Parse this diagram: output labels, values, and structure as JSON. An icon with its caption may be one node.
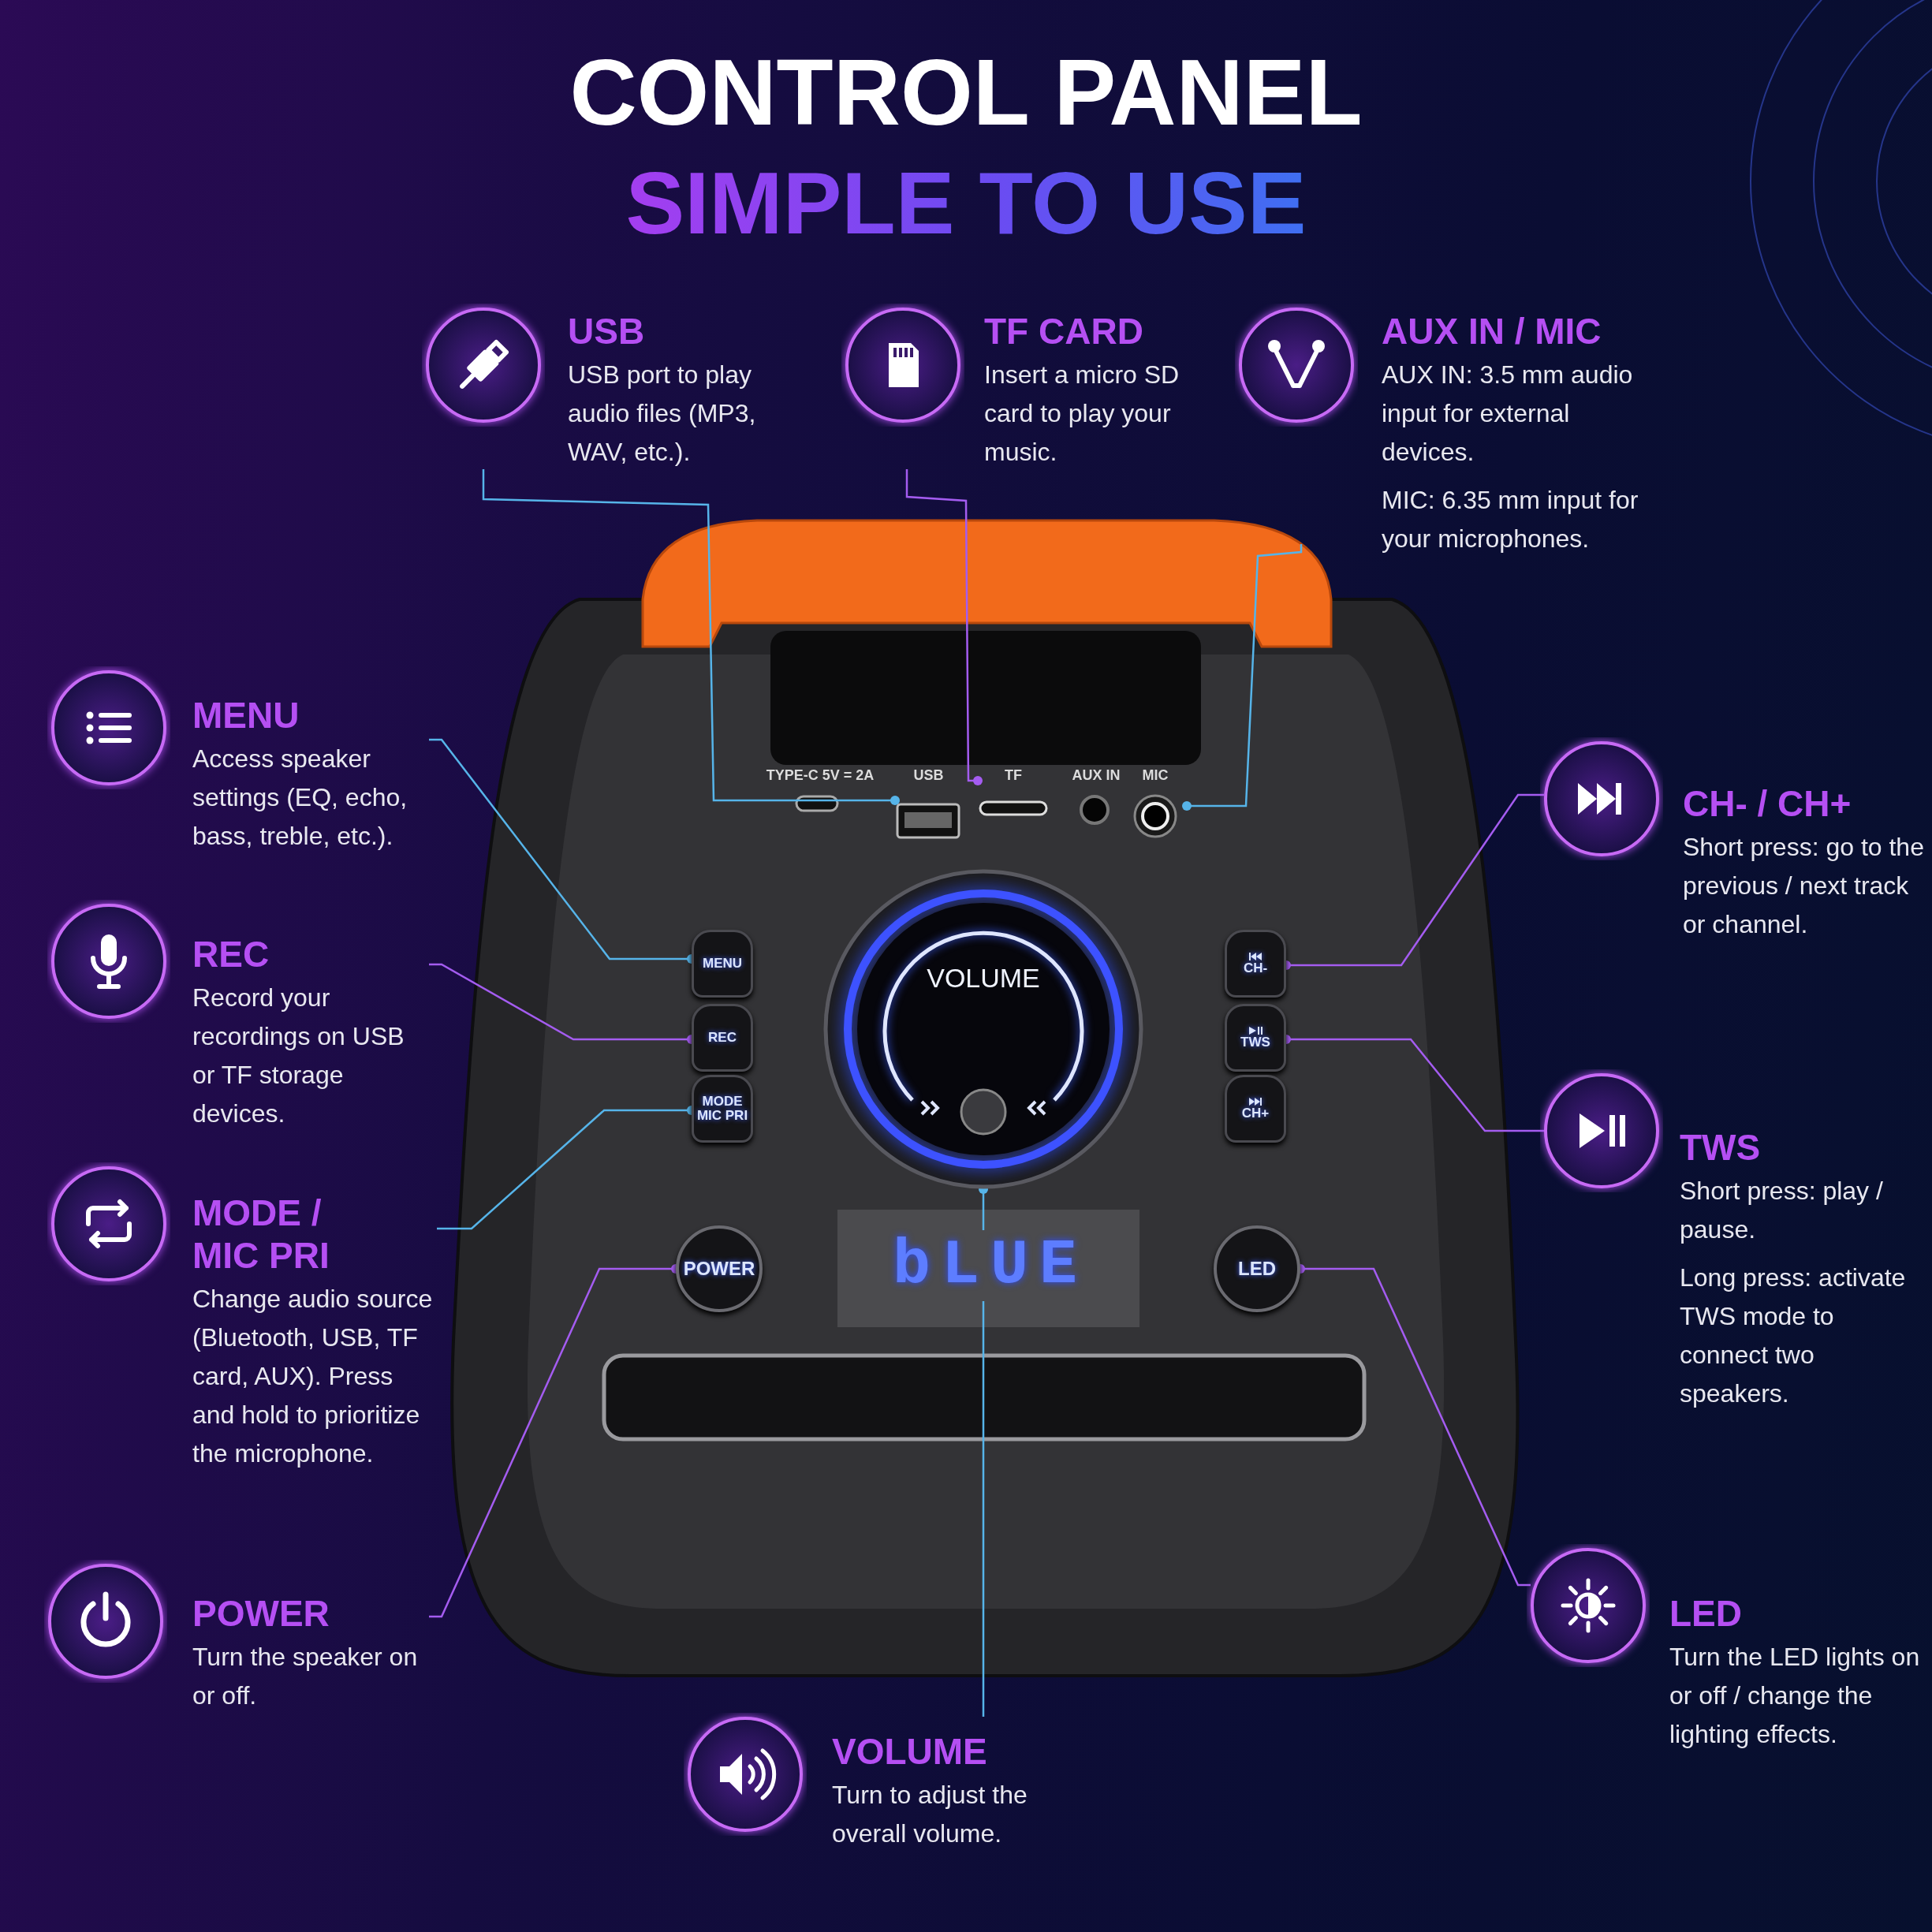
{
  "diagram": {
    "title": "CONTROL PANEL",
    "nodes": [
      {
        "text": [
          "USB",
          "USB port to play audio files (MP3, WAV, etc.)."
        ]
      },
      {
        "text": [
          "TF CARD",
          "Insert a micro SD card to play your music."
        ]
      },
      {
        "text": [
          "AUX IN / MIC",
          "AUX IN:  3.5 mm audio input for external devices.",
          "MIC: 6.35 mm input for your microphones."
        ]
      },
      {
        "text": [
          "MENU",
          "Access speaker settings (EQ, echo, bass, treble, etc.)."
        ]
      },
      {
        "text": [
          "REC",
          "Record your recordings on USB or TF storage devices."
        ]
      },
      {
        "text": [
          "MODE / MIC PRI",
          "Change audio source (Bluetooth, USB, TF card, AUX). Press and hold to prioritize the microphone."
        ]
      },
      {
        "text": [
          "POWER",
          "Turn the speaker on or off."
        ]
      },
      {
        "text": [
          "VOLUME",
          "Turn to adjust the overall volume."
        ]
      },
      {
        "text": [
          "CH-  / CH+",
          "Short press: go to the previous / next track or channel."
        ]
      },
      {
        "text": [
          "TWS",
          "Short press: play / pause.",
          "Long press: activate TWS mode to connect two speakers."
        ]
      },
      {
        "text": [
          "LED",
          "Turn the LED lights on or off / change the lighting effects."
        ]
      },
      {
        "text": [
          "USB"
        ]
      },
      {
        "text": [
          "TF"
        ]
      },
      {
        "text": [
          "MIC"
        ]
      },
      {
        "text": [
          "MENU"
        ]
      },
      {
        "text": [
          "REC"
        ]
      },
      {
        "text": [
          "MODE MIC PRI"
        ]
      },
      {
        "text": [
          "CH-"
        ]
      },
      {
        "text": [
          "TWS"
        ]
      },
      {
        "text": [
          "CH+"
        ]
      },
      {
        "text": [
          "POWER"
        ]
      },
      {
        "text": [
          "LED"
        ]
      },
      {
        "text": [
          "VOLUME"
        ]
      }
    ],
    "edges": [
      {
        "from": 0,
        "to": 11,
        "arrow": "other",
        "color": "#56b4e9"
      },
      {
        "from": 1,
        "to": 12,
        "arrow": "other"
      },
      {
        "from": 2,
        "to": 13,
        "arrow": "other",
        "color": "#56b4e9"
      },
      {
        "from": 3,
        "to": 14,
        "arrow": "other",
        "color": "#56b4e9"
      },
      {
        "from": 4,
        "to": 15,
        "arrow": "other"
      },
      {
        "from": 5,
        "to": 16,
        "arrow": "other",
        "color": "#56b4e9"
      },
      {
        "from": 6,
        "to": 20,
        "arrow": "other"
      },
      {
        "from": 7,
        "to": 22,
        "arrow": "other",
        "color": "#56b4e9"
      },
      {
        "from": 8,
        "to": 17,
        "arrow": "other"
      },
      {
        "from": 9,
        "to": 18,
        "arrow": "other"
      },
      {
        "from": 10,
        "to": 21,
        "arrow": "other"
      }
    ],
    "labels": [
      "SIMPLE TO USE",
      "TYPE-C 5V = 2A",
      "AUX IN",
      "bLUE"
    ]
  }
}
